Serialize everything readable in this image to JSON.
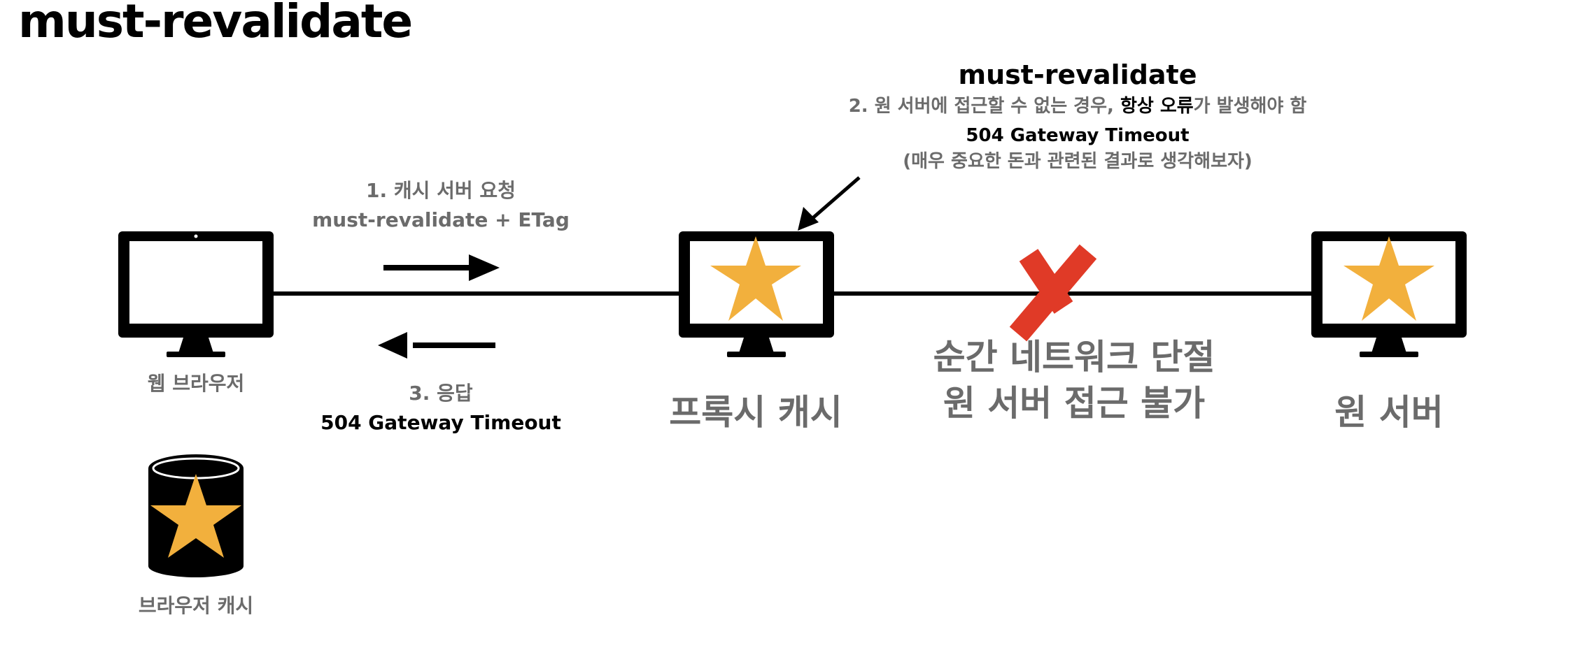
{
  "page_title": "must-revalidate",
  "request": {
    "line1": "1. 캐시 서버 요청",
    "line2": "must-revalidate + ETag"
  },
  "response": {
    "line1": "3. 응답",
    "line2": "504 Gateway Timeout"
  },
  "note": {
    "title": "must-revalidate",
    "line1_part1": "2. 원 서버에 접근할 수 없는 경우, ",
    "line1_bold": "항상 오류",
    "line1_part2": "가 발생해야 함",
    "line2": "504 Gateway Timeout",
    "line3": "(매우 중요한 돈과 관련된 결과로 생각해보자)"
  },
  "nodes": {
    "browser": "웹 브라우저",
    "browser_cache": "브라우저 캐시",
    "proxy": "프록시 캐시",
    "origin": "원 서버"
  },
  "disconnect": {
    "line1": "순간 네트워크 단절",
    "line2": "원 서버 접근 불가"
  },
  "colors": {
    "star": "#F2B03D",
    "cross": "#E03A27",
    "text_gray": "#6b6b6b"
  }
}
